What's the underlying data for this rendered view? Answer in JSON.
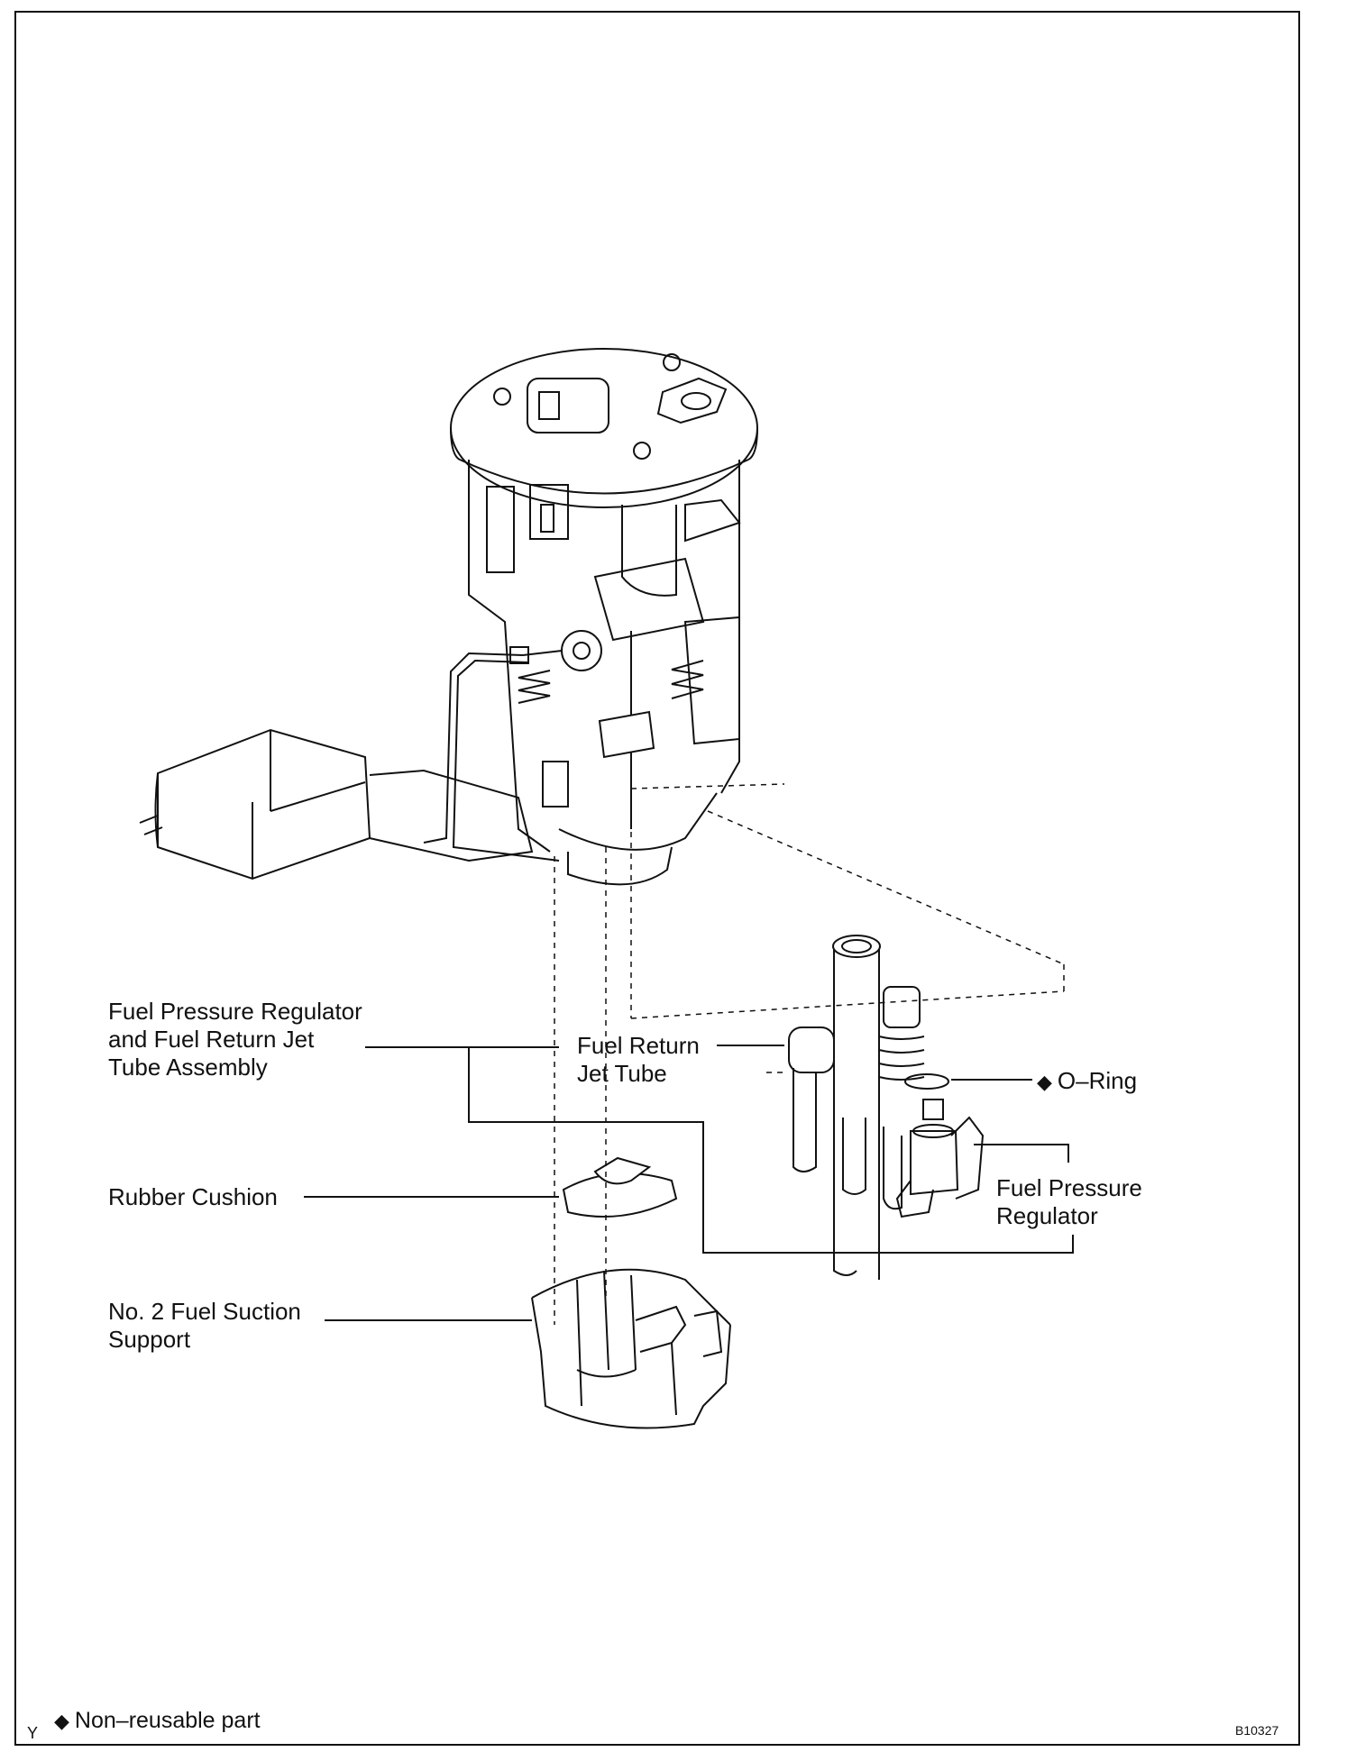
{
  "labels": {
    "assembly": [
      "Fuel Pressure Regulator",
      "and Fuel Return Jet",
      "Tube Assembly"
    ],
    "return_jet_tube": [
      "Fuel Return",
      "Jet Tube"
    ],
    "o_ring": "O–Ring",
    "pressure_regulator": [
      "Fuel Pressure",
      "Regulator"
    ],
    "rubber_cushion": "Rubber Cushion",
    "suction_support": [
      "No. 2 Fuel Suction",
      "Support"
    ]
  },
  "footer": {
    "corner_letter": "Y",
    "legend": "Non–reusable part",
    "legend_symbol": "◆",
    "figure_code": "B10327"
  },
  "colors": {
    "line": "#111111",
    "background": "#ffffff"
  },
  "icons": {
    "non_reusable": "diamond-icon"
  }
}
